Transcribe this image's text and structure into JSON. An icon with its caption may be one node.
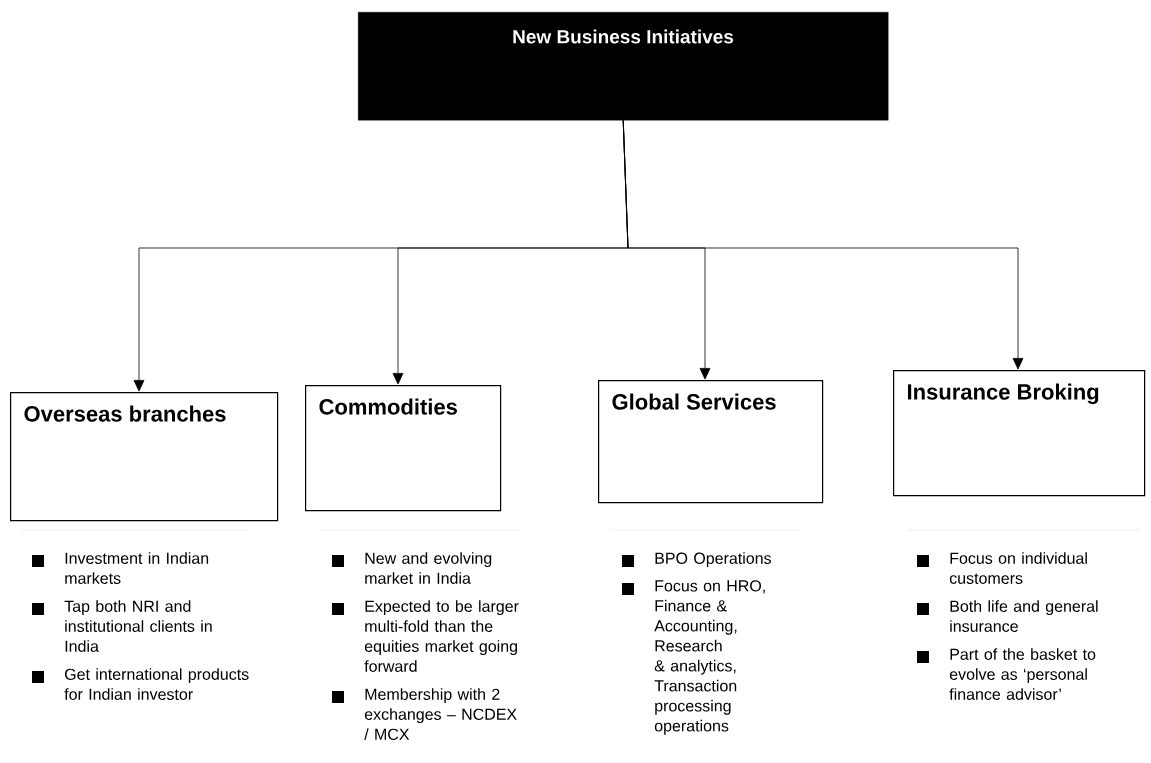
{
  "diagram": {
    "nodes": [
      {
        "text": [
          "New Business Initiatives"
        ]
      },
      {
        "text": [
          "Overseas branches"
        ],
        "beside": [
          "Investment in Indian markets",
          "Tap both NRI and institutional clients in India",
          "Get international products for Indian investor"
        ]
      },
      {
        "text": [
          "Commodities"
        ],
        "beside": [
          "New and evolving market in India",
          "Expected to be larger multi-fold than the equities market going forward",
          "Membership with 2 exchanges – NCDEX / MCX"
        ]
      },
      {
        "text": [
          "Global Services"
        ],
        "beside": [
          "BPO Operations",
          "Focus on HRO, Finance & Accounting, Research & analytics, Transaction processing operations"
        ]
      },
      {
        "text": [
          "Insurance Broking"
        ],
        "beside": [
          "Focus on individual customers",
          "Both life and general insurance",
          "Part of the basket to evolve as ‘personal finance advisor’"
        ]
      }
    ],
    "edges": [
      {
        "from": 0,
        "to": 1,
        "arrow": "to"
      },
      {
        "from": 0,
        "to": 2,
        "arrow": "to"
      },
      {
        "from": 0,
        "to": 3,
        "arrow": "to"
      },
      {
        "from": 0,
        "to": 4,
        "arrow": "to"
      }
    ]
  }
}
